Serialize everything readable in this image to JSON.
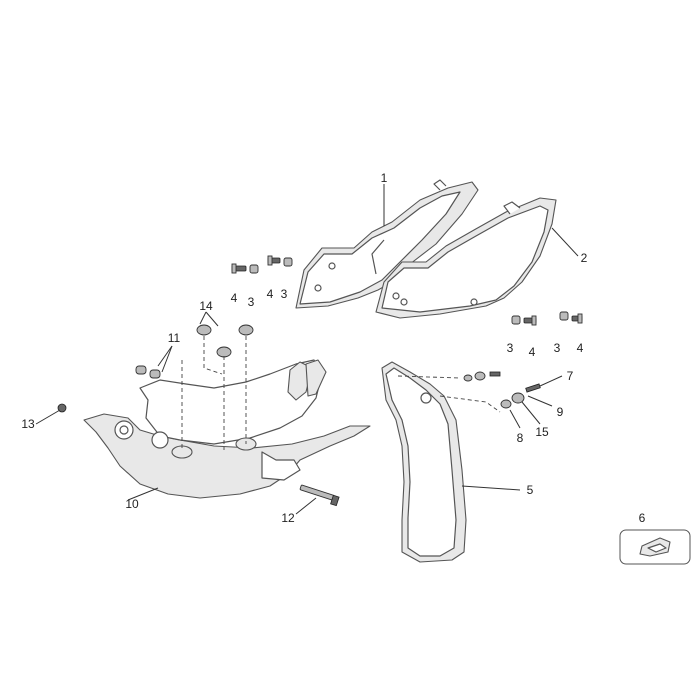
{
  "diagram": {
    "callouts": [
      {
        "id": "c1",
        "label": "1"
      },
      {
        "id": "c2",
        "label": "2"
      },
      {
        "id": "c3a",
        "label": "3"
      },
      {
        "id": "c3b",
        "label": "3"
      },
      {
        "id": "c3c",
        "label": "3"
      },
      {
        "id": "c3d",
        "label": "3"
      },
      {
        "id": "c4a",
        "label": "4"
      },
      {
        "id": "c4b",
        "label": "4"
      },
      {
        "id": "c4c",
        "label": "4"
      },
      {
        "id": "c4d",
        "label": "4"
      },
      {
        "id": "c5",
        "label": "5"
      },
      {
        "id": "c6",
        "label": "6"
      },
      {
        "id": "c7",
        "label": "7"
      },
      {
        "id": "c8",
        "label": "8"
      },
      {
        "id": "c9",
        "label": "9"
      },
      {
        "id": "c10",
        "label": "10"
      },
      {
        "id": "c11",
        "label": "11"
      },
      {
        "id": "c12",
        "label": "12"
      },
      {
        "id": "c13",
        "label": "13"
      },
      {
        "id": "c14",
        "label": "14"
      },
      {
        "id": "c15",
        "label": "15"
      }
    ]
  }
}
